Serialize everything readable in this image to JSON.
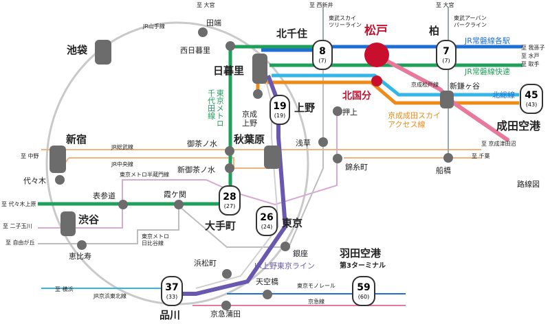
{
  "title": "路線図",
  "line_labels": {
    "jr_yamanote": "JR山手線",
    "tobu_skytree": "東武スカイ\nツリーライン",
    "tobu_urban": "東武アーバン\nパークライン",
    "jr_joban_local": "JR常磐線各駅",
    "jr_joban_rapid": "JR常磐線快速",
    "keisei_matsudo": "京成松戸線",
    "hokuso": "北総線",
    "keisei_access": "京成成田スカイ\nアクセス線",
    "metro_chiyoda": "東京メトロ\n千代田線",
    "jr_sobu": "JR総武線",
    "jr_chuo": "JR中央線",
    "metro_hanzomon": "東京メトロ半蔵門線",
    "metro_hibiya": "東京メトロ\n日比谷線",
    "jr_ueno_tokyo": "JR上野東京ライン",
    "jr_keihin": "JR京浜東北線",
    "monorail": "東京モノレール",
    "keikyu": "京急線"
  },
  "destinations": {
    "omiya_top": "至 大宮",
    "nishiarai": "至 西新井",
    "omiya_right": "至 大宮",
    "abiko": "至 我孫子",
    "mito": "至 水戸",
    "toride": "至 取手",
    "keisei_tsudanuma": "至 京成津田沼",
    "nakano": "至 中野",
    "chiba": "至 千葉",
    "yoyogi_uehara": "至 代々木上原",
    "futako": "至 二子玉川",
    "jiyugaoka": "至 自由が丘",
    "yokohama": "至 横浜"
  },
  "stations": {
    "matsudo": "松戸",
    "kitakogane": "北国分",
    "kitasenju": "北千住",
    "kashiwa": "柏",
    "shinkamagaya": "新鎌ヶ谷",
    "narita": "成田空港",
    "tabata": "田端",
    "nishinippori": "西日暮里",
    "nippori": "日暮里",
    "ikebukuro": "池袋",
    "keisei_ueno": "京成\n上野",
    "ueno": "上野",
    "oshiage": "押上",
    "asakusa": "浅草",
    "kinshicho": "錦糸町",
    "funabashi": "船橋",
    "shinjuku": "新宿",
    "yoyogi": "代々木",
    "ochanomizu": "御茶ノ水",
    "shinochanomizu": "新御茶ノ水",
    "akihabara": "秋葉原",
    "omotesando": "表参道",
    "kasumigaseki": "霞ケ関",
    "shibuya": "渋谷",
    "otemachi": "大手町",
    "tokyo": "東京",
    "ginza": "銀座",
    "ebisu": "恵比寿",
    "hamamatsucho": "浜松町",
    "tennozu": "天空橋",
    "haneda": "羽田空港",
    "haneda_sub": "第3ターミナル",
    "shinagawa": "品川",
    "keikyu_kamata": "京急蒲田"
  },
  "travel_times": {
    "kitasenju": {
      "main": "8",
      "sub": "(7)"
    },
    "kashiwa": {
      "main": "7",
      "sub": "(7)"
    },
    "narita": {
      "main": "45",
      "sub": "(43)"
    },
    "ueno": {
      "main": "19",
      "sub": "(19)"
    },
    "otemachi": {
      "main": "28",
      "sub": "(27)"
    },
    "tokyo": {
      "main": "26",
      "sub": "(24)"
    },
    "shinagawa": {
      "main": "37",
      "sub": "(33)"
    },
    "haneda": {
      "main": "59",
      "sub": "(60)"
    }
  },
  "colors": {
    "jr_joban_local": "#1d6fd6",
    "jr_joban_rapid": "#1fa05a",
    "chiyoda": "#1fa05a",
    "keisei": "#ef8a17",
    "hokuso": "#31b6e7",
    "keisei_matsudo": "#e8799c",
    "ueno_tokyo": "#6a57b0",
    "matsudo_red": "#c8102e"
  }
}
